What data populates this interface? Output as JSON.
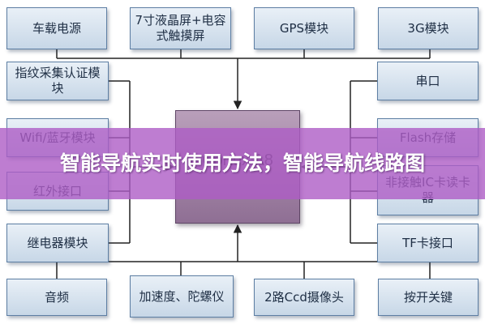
{
  "diagram": {
    "center_label": "Cortex A8",
    "top_row": [
      "车载电源",
      "7寸液晶屏+电容式触摸屏",
      "GPS模块",
      "3G模块"
    ],
    "left_column": [
      "指纹采集认证模块",
      "Wifi/蓝牙模块",
      "红外接口",
      "继电器模块"
    ],
    "right_column": [
      "串口",
      "Flash存储",
      "非接触IC卡读卡器",
      "TF卡接口"
    ],
    "bottom_row": [
      "音频",
      "加速度、陀螺仪",
      "2路Ccd摄像头",
      "按开关键"
    ]
  },
  "banner": {
    "title": "智能导航实时使用方法，智能导航线路图"
  },
  "colors": {
    "box_border": "#5d7ea3",
    "box_fill": "#c7d7e7",
    "center_fill": "#8f6f94",
    "banner": "#ae5cc6",
    "wire": "#222222"
  }
}
